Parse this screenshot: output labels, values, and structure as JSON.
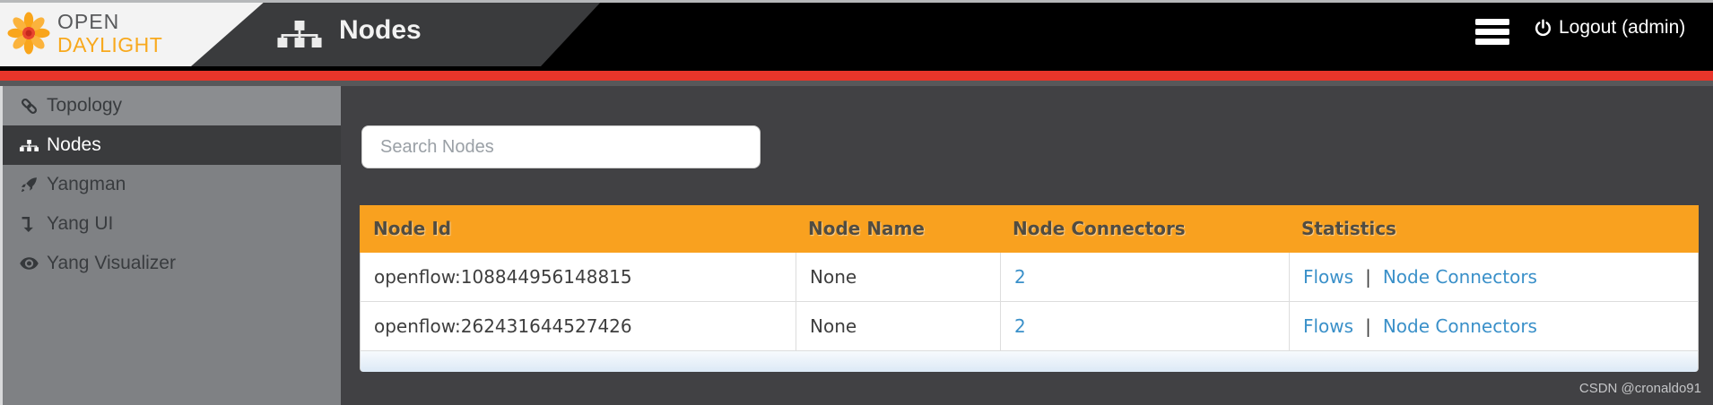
{
  "header": {
    "logo_line1": "OPEN",
    "logo_line2": "DAYLIGHT",
    "page_title": "Nodes",
    "logout_label": "Logout (admin)"
  },
  "sidebar": {
    "items": [
      {
        "label": "Topology",
        "icon": "link-icon",
        "active": false
      },
      {
        "label": "Nodes",
        "icon": "sitemap-icon",
        "active": true
      },
      {
        "label": "Yangman",
        "icon": "rocket-icon",
        "active": false
      },
      {
        "label": "Yang UI",
        "icon": "level-down-icon",
        "active": false
      },
      {
        "label": "Yang Visualizer",
        "icon": "eye-icon",
        "active": false
      }
    ]
  },
  "main": {
    "search_placeholder": "Search Nodes",
    "table": {
      "columns": {
        "node_id": "Node Id",
        "node_name": "Node Name",
        "node_connectors": "Node Connectors",
        "statistics": "Statistics"
      },
      "rows": [
        {
          "node_id": "openflow:108844956148815",
          "node_name": "None",
          "node_connectors": "2",
          "flows_label": "Flows",
          "sep": "|",
          "connectors_label": "Node Connectors"
        },
        {
          "node_id": "openflow:262431644527426",
          "node_name": "None",
          "node_connectors": "2",
          "flows_label": "Flows",
          "sep": "|",
          "connectors_label": "Node Connectors"
        }
      ]
    }
  },
  "watermark": "CSDN @cronaldo91",
  "colors": {
    "accent_orange": "#f9a11f",
    "stripe_red": "#e8352a",
    "link_blue": "#3a90c9",
    "sidebar_gray": "#7f8184",
    "header_dark": "#3a3b3d",
    "brand_amber": "#f8a91d"
  }
}
